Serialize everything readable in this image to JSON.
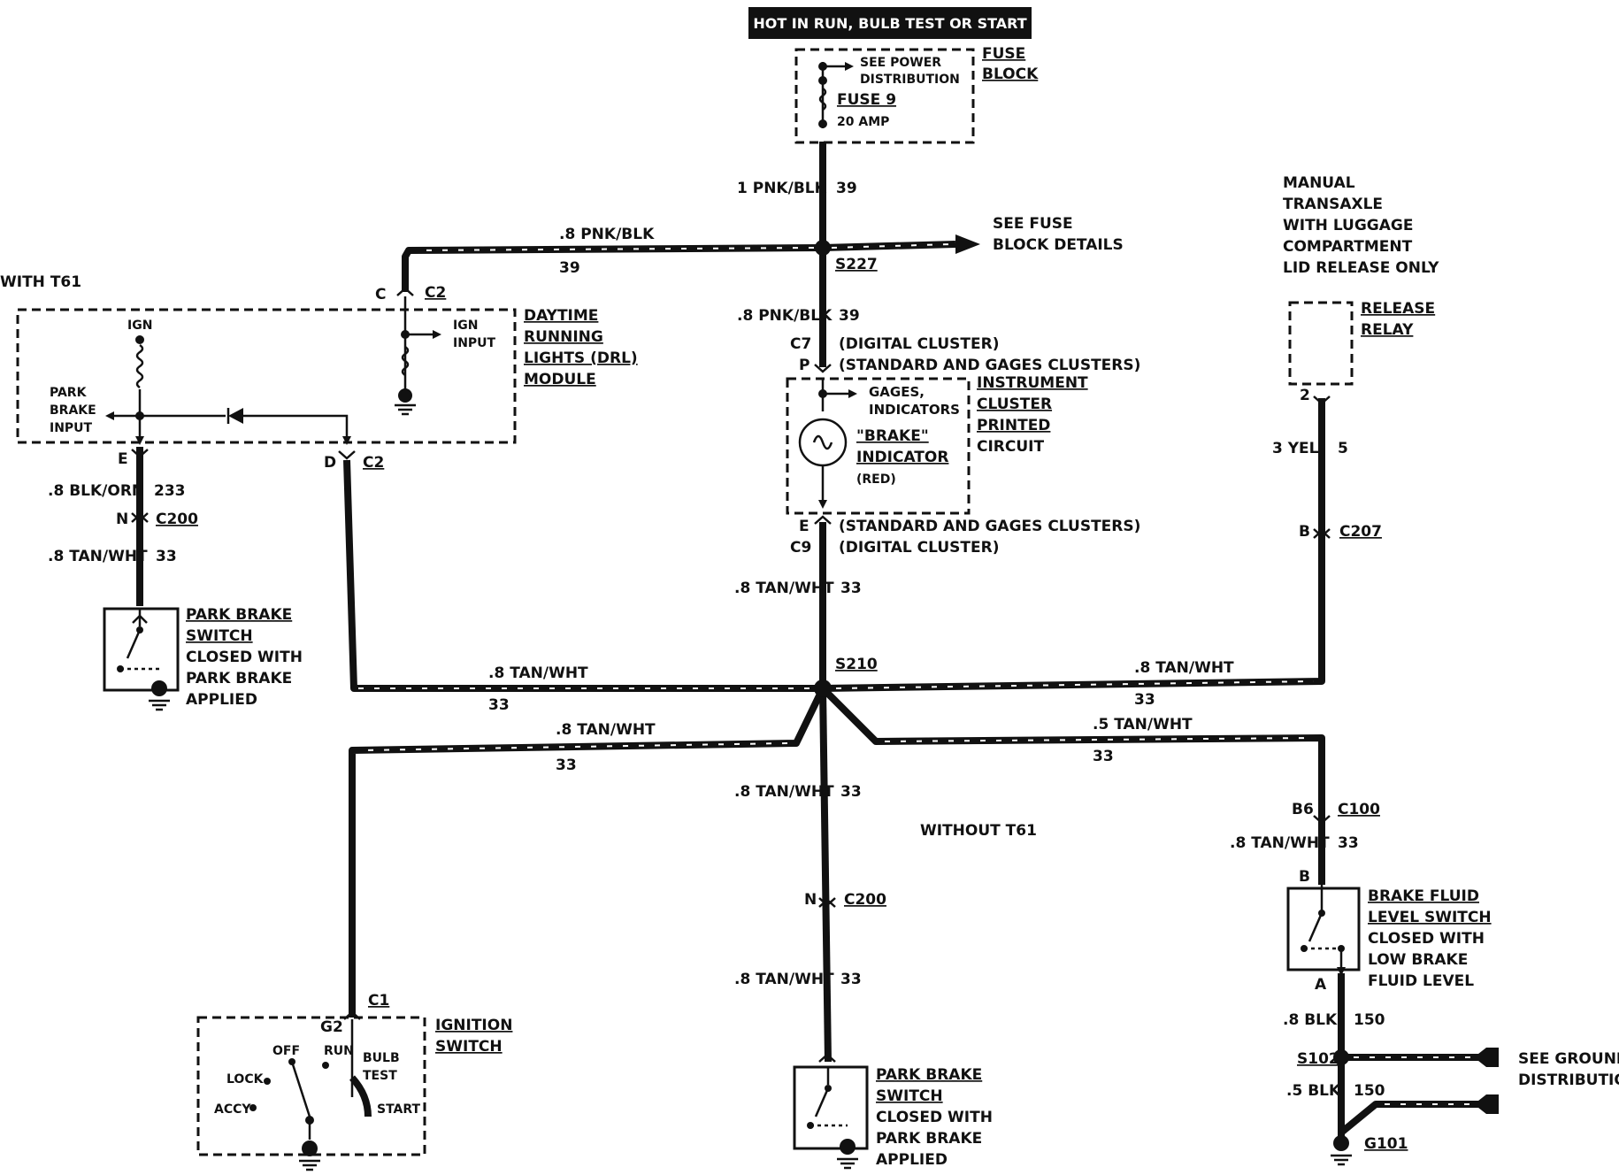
{
  "header": {
    "title": "HOT IN RUN, BULB TEST OR START"
  },
  "fuse_block": {
    "label_1": "FUSE",
    "label_2": "BLOCK",
    "see_1": "SEE POWER",
    "see_2": "DISTRIBUTION",
    "fuse": "FUSE 9",
    "amp": "20 AMP"
  },
  "wires": {
    "main_top_gauge": "1 PNK/BLK",
    "main_top_circuit": "39",
    "left_top_gauge": ".8 PNK/BLK",
    "left_top_circuit": "39",
    "below_s227_gauge": ".8 PNK/BLK",
    "below_s227_circuit": "39",
    "below_cluster_gauge": ".8 TAN/WHT",
    "below_cluster_circuit": "33",
    "drl_out_gauge": ".8 BLK/ORN",
    "drl_out_circuit": "233",
    "park_left_gauge": ".8 TAN/WHT",
    "park_left_circuit": "33",
    "s210_left_gauge": ".8 TAN/WHT",
    "s210_left_circuit": "33",
    "s210_right_gauge": ".8 TAN/WHT",
    "s210_right_circuit": "33",
    "ign_branch_gauge": ".8 TAN/WHT",
    "ign_branch_circuit": "33",
    "fluid_branch_gauge": ".5 TAN/WHT",
    "fluid_branch_circuit": "33",
    "center_down_gauge": ".8 TAN/WHT",
    "center_down_circuit": "33",
    "center_lower_gauge": ".8 TAN/WHT",
    "center_lower_circuit": "33",
    "relay_gauge": "3 YEL",
    "relay_circuit": "5",
    "c100_gauge": ".8 TAN/WHT",
    "c100_circuit": "33",
    "blk_gauge": ".8 BLK",
    "blk_circuit": "150",
    "blk2_gauge": ".5 BLK",
    "blk2_circuit": "150"
  },
  "splices": {
    "s227": "S227",
    "s210": "S210",
    "s102": "S102",
    "g101": "G101"
  },
  "notes": {
    "see_fuse_1": "SEE FUSE",
    "see_fuse_2": "BLOCK DETAILS",
    "with_t61": "WITH T61",
    "without_t61": "WITHOUT T61",
    "manual_1": "MANUAL",
    "manual_2": "TRANSAXLE",
    "manual_3": "WITH LUGGAGE",
    "manual_4": "COMPARTMENT",
    "manual_5": "LID RELEASE ONLY",
    "see_ground_1": "SEE GROUND",
    "see_ground_2": "DISTRIBUTION"
  },
  "connectors": {
    "c2_top_pin": "C",
    "c2_top": "C2",
    "c2_bot_pin": "D",
    "c2_bot": "C2",
    "drl_e_pin": "E",
    "c200_left_pin": "N",
    "c200_left": "C200",
    "c7": "C7",
    "c7_pin": "P",
    "c7_digital": "(DIGITAL CLUSTER)",
    "c7_standard": "(STANDARD AND GAGES CLUSTERS)",
    "c9": "C9",
    "c9_pin": "E",
    "c9_standard": "(STANDARD AND GAGES CLUSTERS)",
    "c9_digital": "(DIGITAL CLUSTER)",
    "c207_pin": "B",
    "c207": "C207",
    "relay_pin": "2",
    "c100_pin": "B6",
    "c100": "C100",
    "fluid_b": "B",
    "fluid_a": "A",
    "c200_center_pin": "N",
    "c200_center": "C200",
    "c1": "C1",
    "g2": "G2"
  },
  "drl_module": {
    "label_1": "DAYTIME",
    "label_2": "RUNNING",
    "label_3": "LIGHTS (DRL)",
    "label_4": "MODULE",
    "ign": "IGN",
    "ign_input_1": "IGN",
    "ign_input_2": "INPUT",
    "park_1": "PARK",
    "park_2": "BRAKE",
    "park_3": "INPUT"
  },
  "cluster": {
    "label_1": "INSTRUMENT",
    "label_2": "CLUSTER",
    "label_3": "PRINTED",
    "label_4": "CIRCUIT",
    "gages_1": "GAGES,",
    "gages_2": "INDICATORS",
    "brake_1": "\"BRAKE\"",
    "brake_2": "INDICATOR",
    "brake_3": "(RED)"
  },
  "park_brake_left": {
    "label_1": "PARK BRAKE",
    "label_2": "SWITCH",
    "label_3": "CLOSED WITH",
    "label_4": "PARK BRAKE",
    "label_5": "APPLIED"
  },
  "park_brake_center": {
    "label_1": "PARK BRAKE",
    "label_2": "SWITCH",
    "label_3": "CLOSED WITH",
    "label_4": "PARK BRAKE",
    "label_5": "APPLIED"
  },
  "relay": {
    "label_1": "RELEASE",
    "label_2": "RELAY"
  },
  "fluid_switch": {
    "label_1": "BRAKE FLUID",
    "label_2": "LEVEL SWITCH",
    "label_3": "CLOSED WITH",
    "label_4": "LOW BRAKE",
    "label_5": "FLUID LEVEL"
  },
  "ignition": {
    "label_1": "IGNITION",
    "label_2": "SWITCH",
    "off": "OFF",
    "run": "RUN",
    "lock": "LOCK",
    "accy": "ACCY",
    "bulb_1": "BULB",
    "bulb_2": "TEST",
    "start": "START"
  }
}
